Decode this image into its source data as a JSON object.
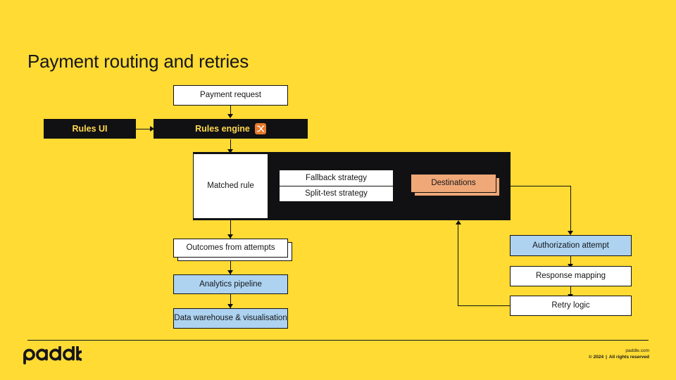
{
  "slide": {
    "title": "Payment routing and retries",
    "background_color": "#FFDB34"
  },
  "colors": {
    "background": "#FFDB34",
    "dark": "#111114",
    "accent_yellow_text": "#FFD84D",
    "blue_node": "#ADD3F0",
    "salmon_node": "#F0A878",
    "icon_orange": "#E8792B",
    "stroke": "#111111"
  },
  "diagram": {
    "nodes": {
      "payment_request": {
        "label": "Payment request",
        "fill": "white"
      },
      "rules_ui": {
        "label": "Rules UI",
        "fill": "dark"
      },
      "rules_engine": {
        "label": "Rules engine",
        "fill": "dark",
        "icon": "shuffle-icon"
      },
      "matched_rule": {
        "label": "Matched rule",
        "fill": "white"
      },
      "fallback_strategy": {
        "label": "Fallback strategy",
        "fill": "white"
      },
      "split_test_strategy": {
        "label": "Split-test strategy",
        "fill": "white"
      },
      "destinations": {
        "label": "Destinations",
        "fill": "salmon",
        "stacked": true
      },
      "outcomes_from_attempts": {
        "label": "Outcomes from attempts",
        "fill": "white",
        "stacked": true
      },
      "analytics_pipeline": {
        "label": "Analytics pipeline",
        "fill": "blue"
      },
      "data_warehouse": {
        "label": "Data warehouse & visualisation",
        "fill": "blue"
      },
      "authorization_attempt": {
        "label": "Authorization attempt",
        "fill": "blue"
      },
      "response_mapping": {
        "label": "Response mapping",
        "fill": "white"
      },
      "retry_logic": {
        "label": "Retry logic",
        "fill": "white"
      }
    },
    "edges": [
      {
        "from": "payment_request",
        "to": "rules_engine",
        "kind": "straight-down"
      },
      {
        "from": "rules_ui",
        "to": "rules_engine",
        "kind": "straight-right"
      },
      {
        "from": "rules_engine",
        "to": "matched_rule",
        "kind": "straight-down"
      },
      {
        "from": "matched_rule",
        "to": "outcomes_from_attempts",
        "kind": "straight-down"
      },
      {
        "from": "outcomes_from_attempts",
        "to": "analytics_pipeline",
        "kind": "straight-down"
      },
      {
        "from": "analytics_pipeline",
        "to": "data_warehouse",
        "kind": "straight-down"
      },
      {
        "from": "destinations_panel",
        "to": "authorization_attempt",
        "kind": "right-then-down"
      },
      {
        "from": "authorization_attempt",
        "to": "response_mapping",
        "kind": "straight-down"
      },
      {
        "from": "response_mapping",
        "to": "retry_logic",
        "kind": "straight-down"
      },
      {
        "from": "retry_logic",
        "to": "routing_panel",
        "kind": "left-then-up"
      }
    ]
  },
  "footer": {
    "brand": "paddle",
    "site": "paddle.com",
    "copyright": "© 2024",
    "separator": "|",
    "rights": "All rights reserved"
  }
}
